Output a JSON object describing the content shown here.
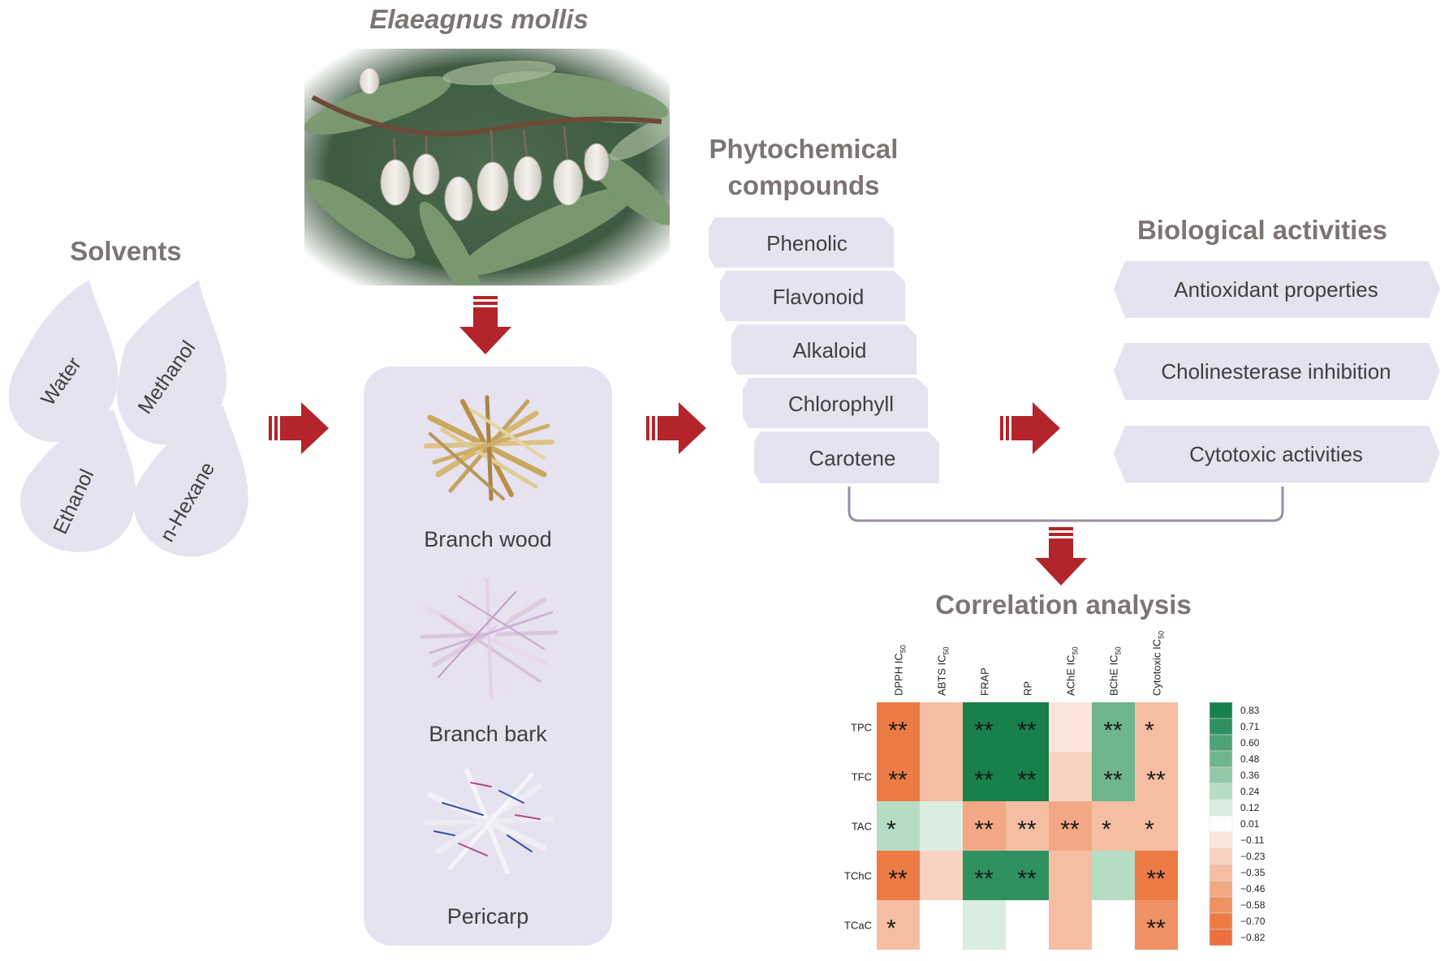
{
  "species_title": "Elaeagnus mollis",
  "solvents": {
    "title": "Solvents",
    "items": [
      "Water",
      "Methanol",
      "Ethanol",
      "n-Hexane"
    ]
  },
  "plant_parts": [
    "Branch wood",
    "Branch bark",
    "Pericarp"
  ],
  "phytochemical": {
    "title_line1": "Phytochemical",
    "title_line2": "compounds",
    "items": [
      "Phenolic",
      "Flavonoid",
      "Alkaloid",
      "Chlorophyll",
      "Carotene"
    ]
  },
  "biological": {
    "title": "Biological activities",
    "items": [
      "Antioxidant properties",
      "Cholinesterase inhibition",
      "Cytotoxic activities"
    ]
  },
  "correlation": {
    "title": "Correlation analysis"
  },
  "colors": {
    "panel": "#e6e2ef",
    "arrow": "#b3242b",
    "heading": "#7d7474",
    "bracket": "#9a8fa4"
  },
  "chart_data": {
    "type": "heatmap",
    "columns": [
      {
        "base": "DPPH IC",
        "sub": "50"
      },
      {
        "base": "ABTS IC",
        "sub": "50"
      },
      {
        "base": "FRAP",
        "sub": ""
      },
      {
        "base": "RP",
        "sub": ""
      },
      {
        "base": "AChE IC",
        "sub": "50"
      },
      {
        "base": "BChE IC",
        "sub": "50"
      },
      {
        "base": "Cytotoxic IC",
        "sub": "50"
      }
    ],
    "rows": [
      "TPC",
      "TFC",
      "TAC",
      "TChC",
      "TCaC"
    ],
    "values": [
      [
        -0.7,
        -0.35,
        0.83,
        0.83,
        -0.11,
        0.48,
        -0.35
      ],
      [
        -0.7,
        -0.35,
        0.83,
        0.83,
        -0.23,
        0.48,
        -0.35
      ],
      [
        0.24,
        0.12,
        -0.46,
        -0.35,
        -0.46,
        -0.35,
        -0.35
      ],
      [
        -0.7,
        -0.23,
        0.71,
        0.71,
        -0.35,
        0.24,
        -0.7
      ],
      [
        -0.35,
        0.01,
        0.12,
        0.01,
        -0.35,
        0.01,
        -0.58
      ]
    ],
    "significance": [
      [
        "**",
        "",
        "**",
        "**",
        "",
        "**",
        "*"
      ],
      [
        "**",
        "",
        "**",
        "**",
        "",
        "**",
        "**"
      ],
      [
        "*",
        "",
        "**",
        "**",
        "**",
        "*",
        "*"
      ],
      [
        "**",
        "",
        "**",
        "**",
        "",
        "",
        "**"
      ],
      [
        "*",
        "",
        "",
        "",
        "",
        "",
        "**"
      ]
    ],
    "legend": [
      {
        "value": "0.83",
        "color": "#18804a"
      },
      {
        "value": "0.71",
        "color": "#2f9160"
      },
      {
        "value": "0.60",
        "color": "#4ea276"
      },
      {
        "value": "0.48",
        "color": "#6fb58d"
      },
      {
        "value": "0.36",
        "color": "#92c8a6"
      },
      {
        "value": "0.24",
        "color": "#b6dcc4"
      },
      {
        "value": "0.12",
        "color": "#d9ede1"
      },
      {
        "value": "0.01",
        "color": "#ffffff"
      },
      {
        "value": "−0.11",
        "color": "#fbe5dc"
      },
      {
        "value": "−0.23",
        "color": "#f9d3c1"
      },
      {
        "value": "−0.35",
        "color": "#f5bea3"
      },
      {
        "value": "−0.46",
        "color": "#f2a884"
      },
      {
        "value": "−0.58",
        "color": "#ee9164"
      },
      {
        "value": "−0.70",
        "color": "#ec7b45"
      },
      {
        "value": "−0.82",
        "color": "#ea7040"
      }
    ]
  }
}
